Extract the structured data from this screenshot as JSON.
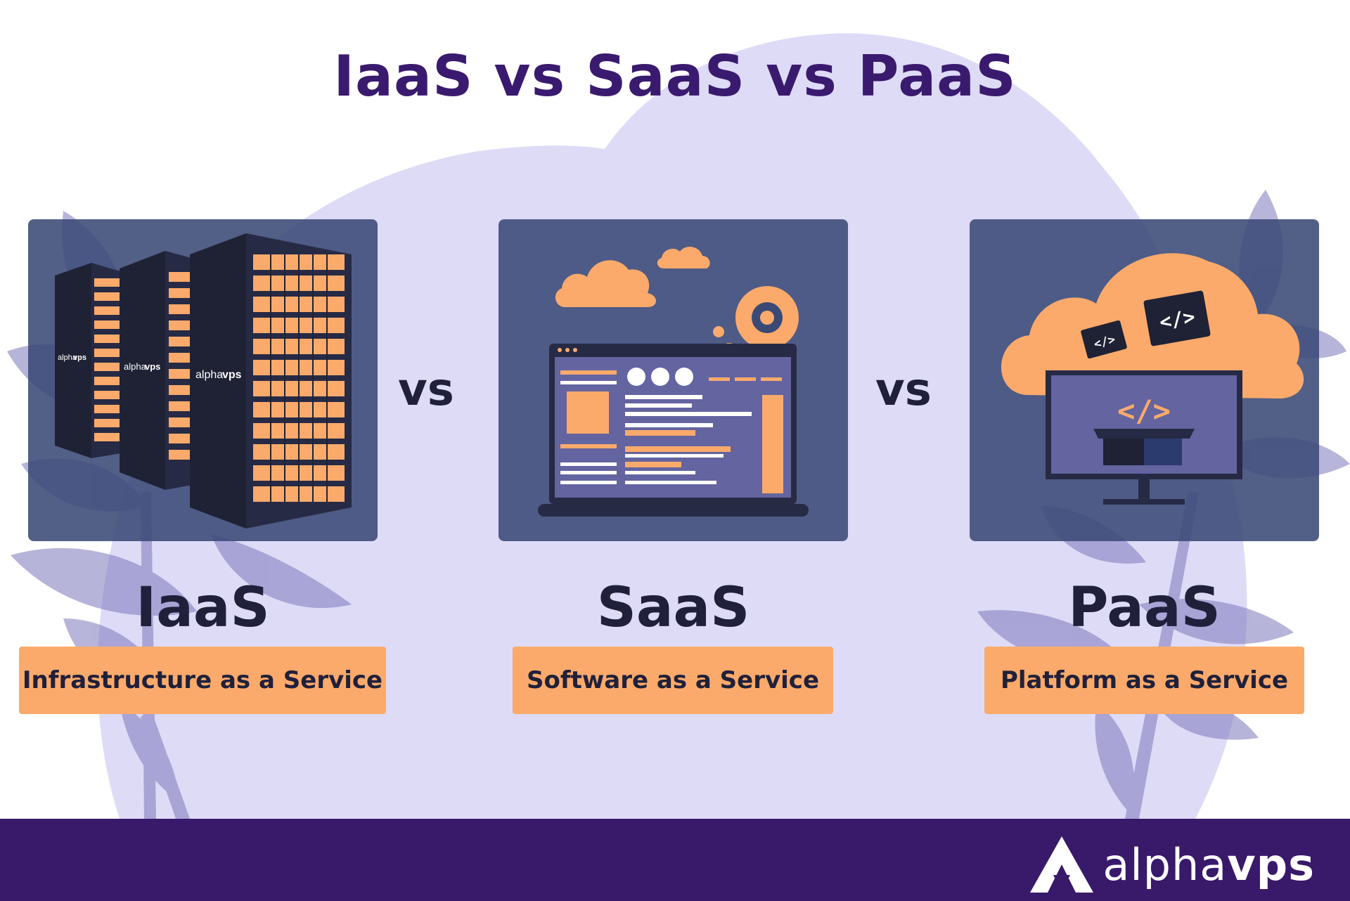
{
  "title": "IaaS vs SaaS vs PaaS",
  "vs_label": "vs",
  "columns": [
    {
      "name": "IaaS",
      "description": "Infrastructure as a Service",
      "server_brand_prefix": "alpha",
      "server_brand_suffix": "vps"
    },
    {
      "name": "SaaS",
      "description": "Software as a Service"
    },
    {
      "name": "PaaS",
      "description": "Platform as a Service",
      "code_glyph": "</>"
    }
  ],
  "footer": {
    "logo_prefix": "alpha",
    "logo_suffix": "vps"
  },
  "colors": {
    "title": "#3a1a6e",
    "blob": "#dedbf7",
    "card": "#3a4976",
    "accent_orange": "#fbaa6b",
    "footer": "#38196a",
    "text_dark": "#20203a"
  }
}
